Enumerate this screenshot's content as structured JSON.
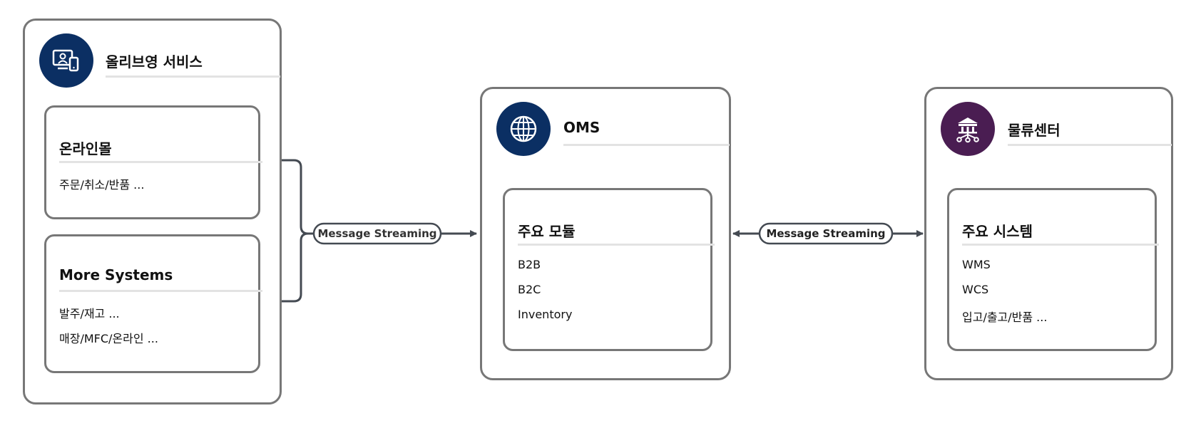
{
  "panels": {
    "olive": {
      "title": "올리브영 서비스",
      "icon": "devices-icon",
      "icon_color": "#0b2f63",
      "cards": [
        {
          "title": "온라인몰",
          "items": [
            "주문/취소/반품 ..."
          ]
        },
        {
          "title": "More Systems",
          "items": [
            "발주/재고 ...",
            "매장/MFC/온라인 ..."
          ]
        }
      ]
    },
    "oms": {
      "title": "OMS",
      "icon": "globe-icon",
      "icon_color": "#0b2f63",
      "card": {
        "title": "주요 모듈",
        "items": [
          "B2B",
          "B2C",
          "Inventory"
        ]
      }
    },
    "logistics": {
      "title": "물류센터",
      "icon": "warehouse-network-icon",
      "icon_color": "#4a1d52",
      "card": {
        "title": "주요 시스템",
        "items": [
          "WMS",
          "WCS",
          "입고/출고/반품 ..."
        ]
      }
    }
  },
  "connectors": {
    "left_label": "Message Streaming",
    "right_label": "Message Streaming",
    "line_color": "#444a52"
  }
}
